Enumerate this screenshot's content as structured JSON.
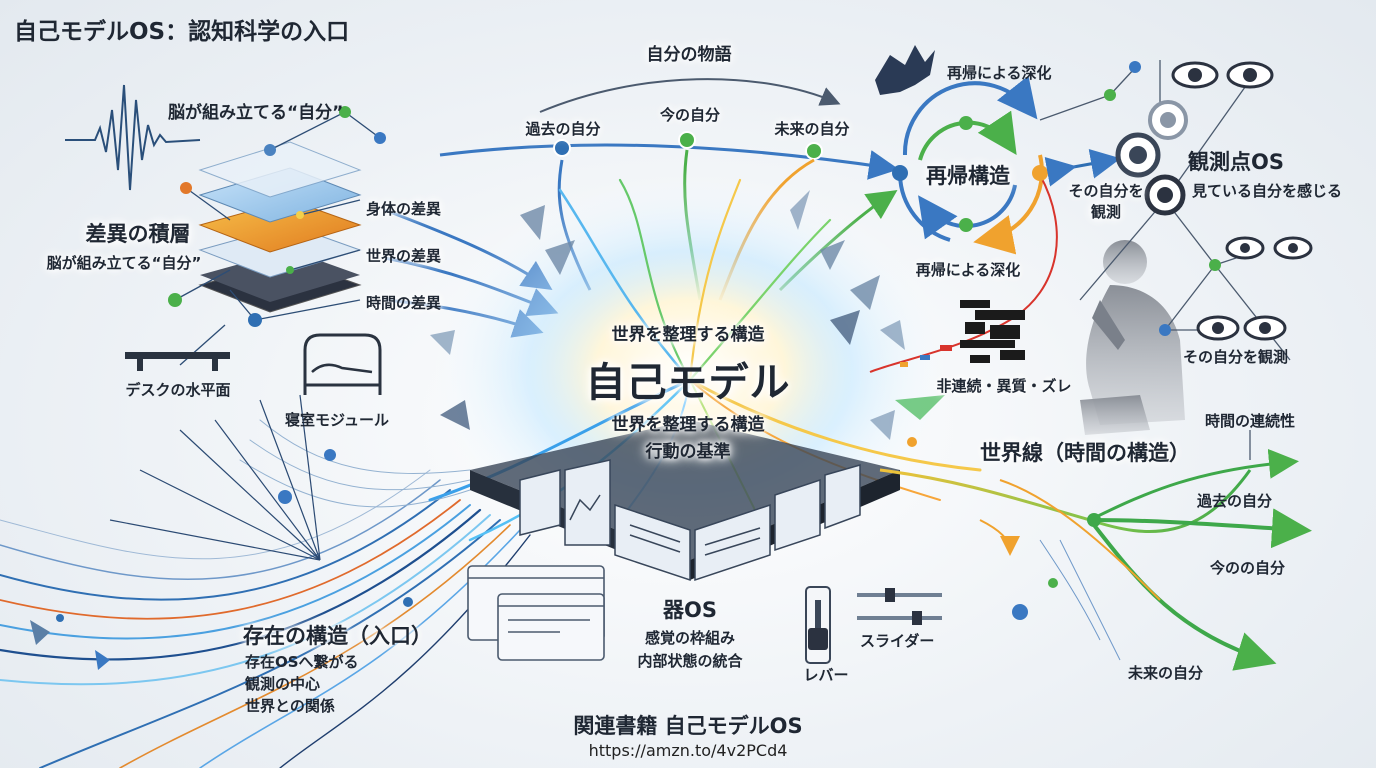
{
  "title": "自己モデルOS：認知科学の入口",
  "story": {
    "title": "自分の物語",
    "past": "過去の自分",
    "now": "今の自分",
    "future": "未来の自分"
  },
  "brain_self": "脳が組み立てる“自分”",
  "layers": {
    "title": "差異の積層",
    "subtitle": "脳が組み立てる“自分”",
    "body": "身体の差異",
    "world": "世界の差異",
    "time": "時間の差異"
  },
  "modules": {
    "desk": "デスクの水平面",
    "bedroom": "寝室モジュール"
  },
  "core": {
    "top": "世界を整理する構造",
    "title": "自己モデル",
    "line1": "世界を整理する構造",
    "line2": "行動の基準"
  },
  "recursion": {
    "top": "再帰による深化",
    "title": "再帰構造",
    "bottom": "再帰による深化"
  },
  "observer": {
    "title": "観測点OS",
    "subtitle": "見ている自分を感じる",
    "self_watch": "その自分を観測",
    "self_watch2": "その自分を観測"
  },
  "glitch": "非連続・異質・ズレ",
  "worldline": {
    "title": "世界線（時間の構造）",
    "continuity": "時間の連続性",
    "past": "過去の自分",
    "now": "今のの自分",
    "future": "未来の自分"
  },
  "vessel": {
    "title": "器OS",
    "line1": "感覚の枠組み",
    "line2": "内部状態の統合",
    "lever": "レバー",
    "slider": "スライダー"
  },
  "existence": {
    "title": "存在の構造（入口）",
    "line1": "存在OSへ繋がる",
    "line2": "観測の中心",
    "line3": "世界との関係"
  },
  "book": {
    "title": "関連書籍 自己モデルOS",
    "url": "https://amzn.to/4v2PCd4"
  },
  "colors": {
    "blue": "#2f6fb3",
    "green": "#55b84a",
    "orange": "#f0a22e",
    "red": "#d8342c",
    "node": "#3a78c2"
  }
}
